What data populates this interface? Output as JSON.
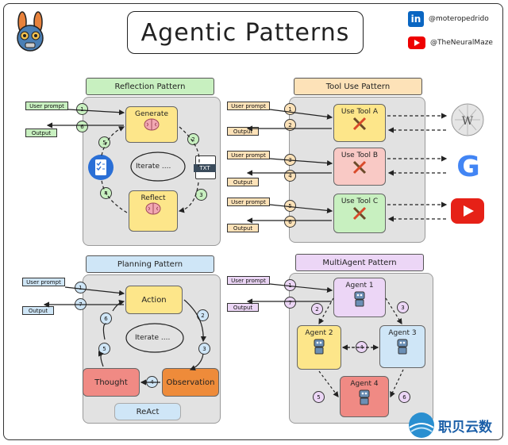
{
  "title": "Agentic Patterns",
  "social": {
    "linkedin_handle": "@moteropedrido",
    "youtube_handle": "@TheNeuralMaze",
    "linkedin_icon_text": "in"
  },
  "reflection": {
    "title": "Reflection Pattern",
    "user_prompt": "User prompt",
    "output": "Output",
    "generate": "Generate",
    "reflect": "Reflect",
    "iterate": "Iterate ....",
    "txt": "TXT",
    "steps": [
      "1",
      "2",
      "3",
      "4",
      "5",
      "6"
    ]
  },
  "tool_use": {
    "title": "Tool Use Pattern",
    "tools": [
      {
        "label": "Use Tool A",
        "user_prompt": "User prompt",
        "output": "Output",
        "in": "1",
        "out": "2"
      },
      {
        "label": "Use Tool B",
        "user_prompt": "User prompt",
        "output": "Output",
        "in": "3",
        "out": "4"
      },
      {
        "label": "Use Tool C",
        "user_prompt": "User prompt",
        "output": "Output",
        "in": "5",
        "out": "6"
      }
    ],
    "google_letter": "G"
  },
  "planning": {
    "title": "Planning Pattern",
    "user_prompt": "User prompt",
    "output": "Output",
    "action": "Action",
    "iterate": "Iterate ....",
    "thought": "Thought",
    "observation": "Observation",
    "react": "ReAct",
    "steps": [
      "1",
      "2",
      "3",
      "4",
      "5",
      "6",
      "7"
    ]
  },
  "multiagent": {
    "title": "MultiAgent Pattern",
    "user_prompt": "User prompt",
    "output": "Output",
    "agents": [
      "Agent 1",
      "Agent 2",
      "Agent 3",
      "Agent 4"
    ],
    "steps": [
      "1",
      "2",
      "3",
      "4",
      "5",
      "6",
      "7"
    ]
  },
  "brand": "职贝云数",
  "colors": {
    "green": "#c8f0c0",
    "yellow": "#fde68a",
    "orange": "#fde2b8",
    "pink": "#f9c9c5",
    "blue": "#cfe6f7",
    "purple": "#ecd6f6"
  }
}
